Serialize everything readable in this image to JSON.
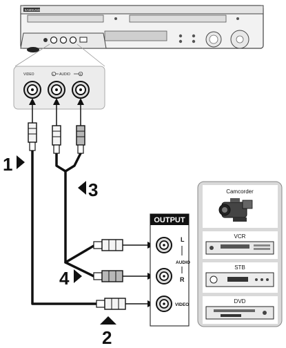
{
  "recorder": {
    "brand": "SAMSUNG"
  },
  "front_jacks": {
    "video_label": "VIDEO",
    "audio_label": "AUDIO",
    "left_mark": "L",
    "right_mark": "R"
  },
  "output_panel": {
    "title": "OUTPUT",
    "l_label": "L",
    "audio_label": "AUDIO",
    "r_label": "R",
    "video_label": "VIDEO"
  },
  "devices": [
    {
      "label": "Camcorder",
      "icon": "camcorder-icon"
    },
    {
      "label": "VCR",
      "icon": "vcr-icon"
    },
    {
      "label": "STB",
      "icon": "stb-icon"
    },
    {
      "label": "DVD",
      "icon": "dvd-player-icon"
    }
  ],
  "steps": [
    "1",
    "2",
    "3",
    "4"
  ],
  "colors": {
    "line": "#111111",
    "panel_gray": "#d9d9d9",
    "panel_border": "#888888"
  }
}
